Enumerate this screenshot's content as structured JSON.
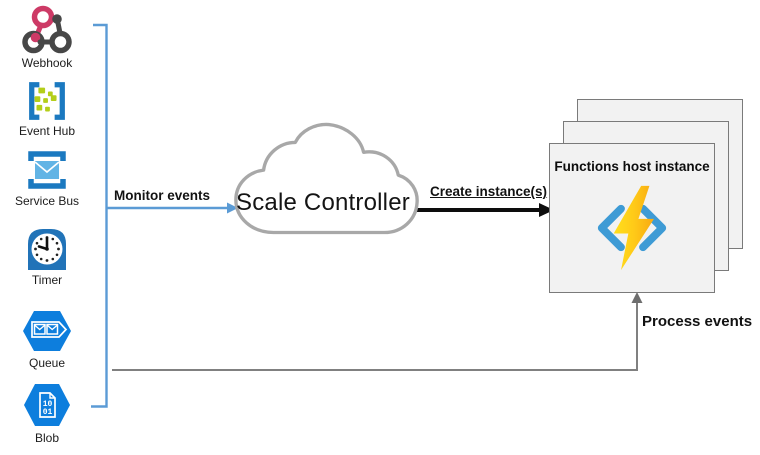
{
  "diagram": {
    "title_implicit": "Azure Functions scale controller flow",
    "sources": [
      {
        "label": "Webhook",
        "icon": "webhook-icon"
      },
      {
        "label": "Event Hub",
        "icon": "event-hub-icon"
      },
      {
        "label": "Service Bus",
        "icon": "service-bus-icon"
      },
      {
        "label": "Timer",
        "icon": "timer-icon"
      },
      {
        "label": "Queue",
        "icon": "queue-icon"
      },
      {
        "label": "Blob",
        "icon": "blob-icon"
      }
    ],
    "edges": {
      "monitor_label": "Monitor events",
      "create_label": "Create instance(s)",
      "process_label": "Process events"
    },
    "cloud_label": "Scale Controller",
    "host_box_title": "Functions host instance",
    "host_box_count": 3,
    "blob_doc_lines": [
      "10",
      "01"
    ],
    "colors": {
      "arrow_blue": "#5b9bd5",
      "arrow_black": "#0d0d0d",
      "arrow_gray": "#808080",
      "cloud_outline": "#a8a8a8",
      "box_fill": "#f2f2f2",
      "box_border": "#7a7a7a",
      "azure_blue": "#0d7edd",
      "frame_blue": "#1b79c0",
      "hub_green": "#b4ce19",
      "envelope_blue": "#62b4e5",
      "webhook_pink": "#cd3a66",
      "icon_dark": "#474747",
      "bolt_yellow_light": "#ffdf1c",
      "bolt_yellow_dark": "#f8a912",
      "chevron_blue": "#3e9bd5"
    }
  }
}
